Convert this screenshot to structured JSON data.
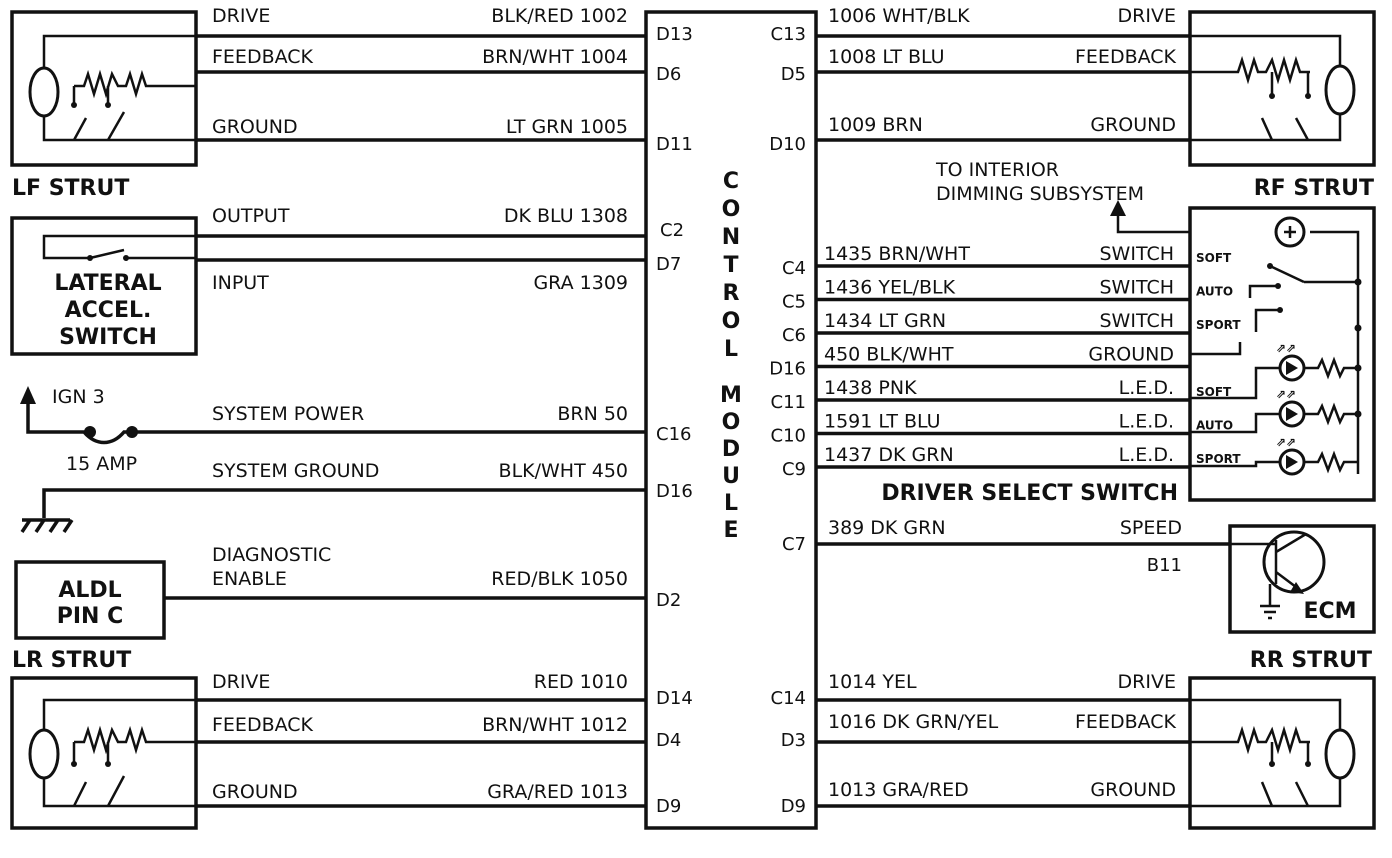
{
  "control_module": {
    "title": "CONTROL MODULE",
    "letters_top": [
      "C",
      "O",
      "N",
      "T",
      "R",
      "O",
      "L"
    ],
    "letters_bottom": [
      "M",
      "O",
      "D",
      "U",
      "L",
      "E"
    ]
  },
  "lf_strut": {
    "title": "LF STRUT",
    "drive": {
      "label": "DRIVE",
      "wire": "BLK/RED 1002",
      "pin": "D13"
    },
    "feedback": {
      "label": "FEEDBACK",
      "wire": "BRN/WHT 1004",
      "pin": "D6"
    },
    "ground": {
      "label": "GROUND",
      "wire": "LT GRN 1005",
      "pin": "D11"
    }
  },
  "rf_strut": {
    "title": "RF STRUT",
    "drive": {
      "label": "DRIVE",
      "wire": "1006 WHT/BLK",
      "pin": "C13"
    },
    "feedback": {
      "label": "FEEDBACK",
      "wire": "1008 LT BLU",
      "pin": "D5"
    },
    "ground": {
      "label": "GROUND",
      "wire": "1009 BRN",
      "pin": "D10"
    }
  },
  "lr_strut": {
    "title": "LR STRUT",
    "drive": {
      "label": "DRIVE",
      "wire": "RED 1010",
      "pin": "D14"
    },
    "feedback": {
      "label": "FEEDBACK",
      "wire": "BRN/WHT 1012",
      "pin": "D4"
    },
    "ground": {
      "label": "GROUND",
      "wire": "GRA/RED 1013",
      "pin": "D9"
    }
  },
  "rr_strut": {
    "title": "RR STRUT",
    "drive": {
      "label": "DRIVE",
      "wire": "1014 YEL",
      "pin": "C14"
    },
    "feedback": {
      "label": "FEEDBACK",
      "wire": "1016 DK GRN/YEL",
      "pin": "D3"
    },
    "ground": {
      "label": "GROUND",
      "wire": "1013 GRA/RED",
      "pin": "D9"
    }
  },
  "lateral_switch": {
    "title_lines": [
      "LATERAL",
      "ACCEL.",
      "SWITCH"
    ],
    "output": {
      "label": "OUTPUT",
      "wire": "DK BLU 1308",
      "pin": "C2"
    },
    "input": {
      "label": "INPUT",
      "wire": "GRA 1309",
      "pin": "D7"
    }
  },
  "power": {
    "ign": "IGN 3",
    "fuse": "15 AMP",
    "system_power": {
      "label": "SYSTEM POWER",
      "wire": "BRN 50",
      "pin": "C16"
    },
    "system_ground": {
      "label": "SYSTEM GROUND",
      "wire": "BLK/WHT 450",
      "pin": "D16"
    }
  },
  "aldl": {
    "title_lines": [
      "ALDL",
      "PIN C"
    ],
    "label_lines": [
      "DIAGNOSTIC",
      "ENABLE"
    ],
    "wire": "RED/BLK 1050",
    "pin": "D2"
  },
  "dimming": {
    "lines": [
      "TO INTERIOR",
      "DIMMING SUBSYSTEM"
    ]
  },
  "driver_select": {
    "title": "DRIVER SELECT SWITCH",
    "rows": [
      {
        "pin": "C4",
        "wire": "1435 BRN/WHT",
        "label": "SWITCH",
        "tag": "SOFT"
      },
      {
        "pin": "C5",
        "wire": "1436 YEL/BLK",
        "label": "SWITCH",
        "tag": "AUTO"
      },
      {
        "pin": "C6",
        "wire": "1434 LT GRN",
        "label": "SWITCH",
        "tag": "SPORT"
      },
      {
        "pin": "D16",
        "wire": "450 BLK/WHT",
        "label": "GROUND",
        "tag": ""
      },
      {
        "pin": "C11",
        "wire": "1438 PNK",
        "label": "L.E.D.",
        "tag": "SOFT"
      },
      {
        "pin": "C10",
        "wire": "1591 LT BLU",
        "label": "L.E.D.",
        "tag": "AUTO"
      },
      {
        "pin": "C9",
        "wire": "1437 DK GRN",
        "label": "L.E.D.",
        "tag": "SPORT"
      }
    ]
  },
  "ecm": {
    "title": "ECM",
    "wire": "389 DK GRN",
    "label": "SPEED",
    "terminal": "B11",
    "pin": "C7"
  }
}
